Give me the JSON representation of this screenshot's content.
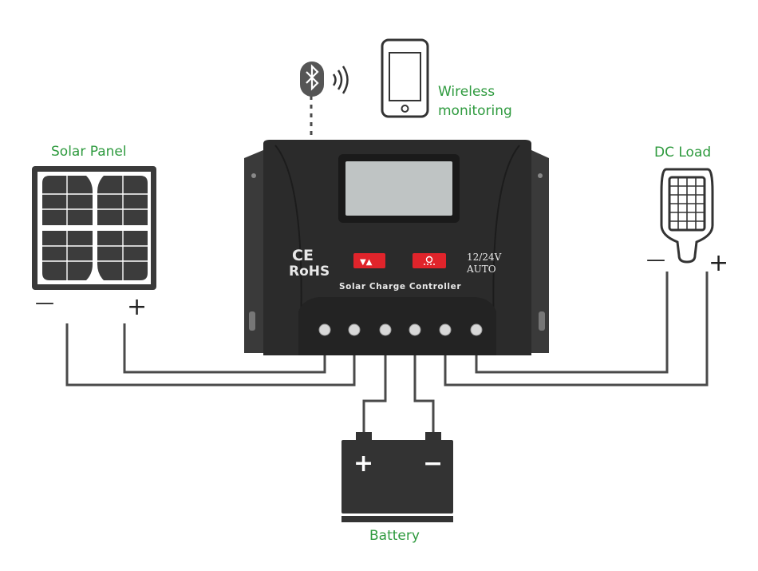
{
  "colors": {
    "label_green": "#2e9a3e",
    "wire": "#4a4a4a",
    "controller_body": "#2b2b2b",
    "button_red": "#e0242b",
    "lcd": "#bfc4c4"
  },
  "labels": {
    "wireless_line1": "Wireless",
    "wireless_line2": "monitoring",
    "solar_panel": "Solar Panel",
    "dc_load": "DC Load",
    "battery": "Battery",
    "minus_sign": "—",
    "plus_sign": "+"
  },
  "controller": {
    "ce_mark": "CE",
    "rohs_mark": "RoHS",
    "title": "Solar Charge Controller",
    "voltage_line1": "12/24V",
    "voltage_line2": "AUTO",
    "button_left_icon": "▼▲",
    "button_right_icon": "lamp-icon"
  },
  "battery": {
    "plus_symbol": "+",
    "minus_symbol": "−"
  },
  "icons": [
    "bluetooth-icon",
    "wireless-signal-icon",
    "smartphone-icon",
    "solar-panel-icon",
    "led-lamp-icon",
    "battery-icon"
  ]
}
